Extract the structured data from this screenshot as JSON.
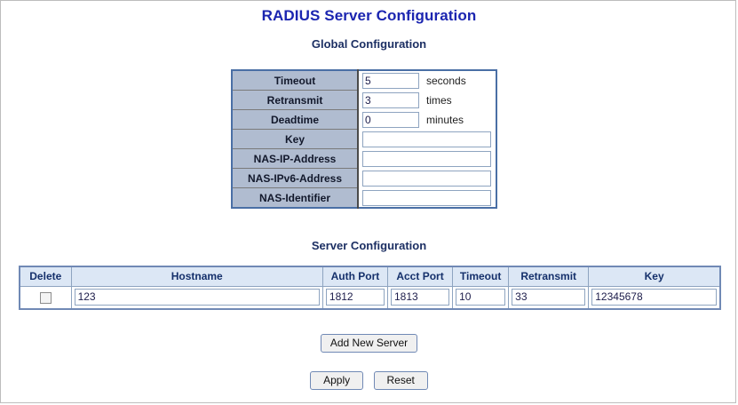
{
  "page": {
    "title": "RADIUS Server Configuration"
  },
  "global_section": {
    "heading": "Global Configuration",
    "rows": [
      {
        "label": "Timeout",
        "value": "5",
        "unit": "seconds",
        "wide": false
      },
      {
        "label": "Retransmit",
        "value": "3",
        "unit": "times",
        "wide": false
      },
      {
        "label": "Deadtime",
        "value": "0",
        "unit": "minutes",
        "wide": false
      },
      {
        "label": "Key",
        "value": "",
        "unit": "",
        "wide": true
      },
      {
        "label": "NAS-IP-Address",
        "value": "",
        "unit": "",
        "wide": true
      },
      {
        "label": "NAS-IPv6-Address",
        "value": "",
        "unit": "",
        "wide": true
      },
      {
        "label": "NAS-Identifier",
        "value": "",
        "unit": "",
        "wide": true
      }
    ]
  },
  "server_section": {
    "heading": "Server Configuration",
    "columns": [
      "Delete",
      "Hostname",
      "Auth Port",
      "Acct Port",
      "Timeout",
      "Retransmit",
      "Key"
    ],
    "rows": [
      {
        "delete_checked": false,
        "hostname": "123",
        "auth_port": "1812",
        "acct_port": "1813",
        "timeout": "10",
        "retransmit": "33",
        "key": "12345678"
      }
    ]
  },
  "buttons": {
    "add_new_server": "Add New Server",
    "apply": "Apply",
    "reset": "Reset"
  },
  "colors": {
    "title": "#1b25b0",
    "heading": "#1c2f63",
    "global_header_bg": "#b0bcd0",
    "server_header_bg": "#dce7f5",
    "table_border": "#7089b5",
    "input_border": "#8ea4c0",
    "button_bg": "#f0f0f0"
  }
}
